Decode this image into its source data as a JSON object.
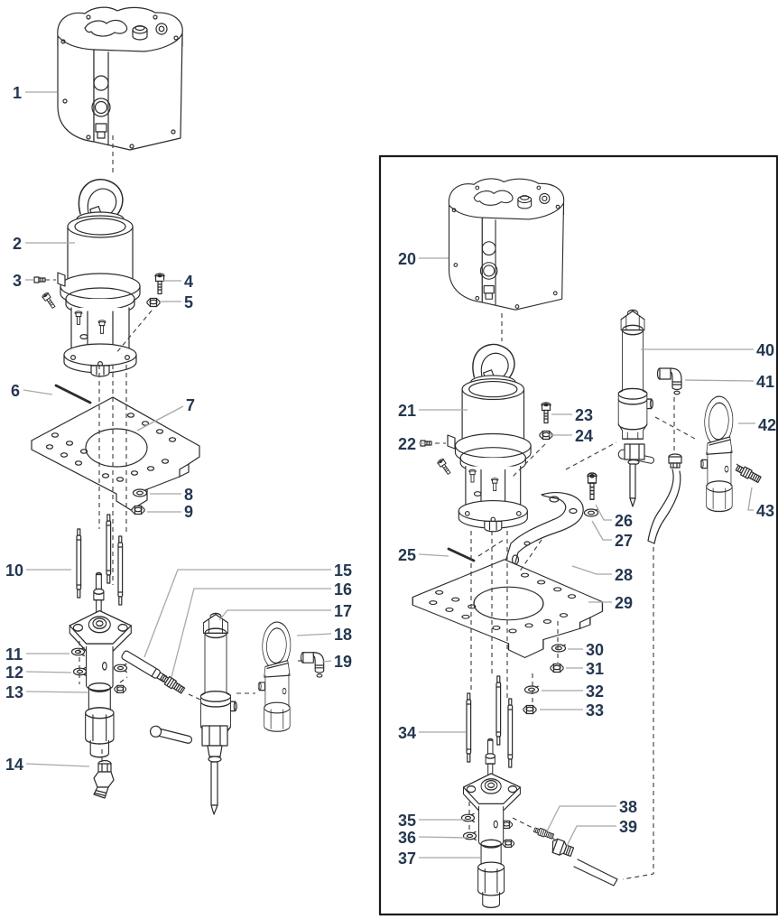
{
  "figure": {
    "type": "exploded-parts-diagram",
    "subject": "Two exploded pump assembly views with numbered callouts",
    "left_assembly": {
      "callouts": [
        "1",
        "2",
        "3",
        "4",
        "5",
        "6",
        "7",
        "8",
        "9",
        "10",
        "11",
        "12",
        "13",
        "14",
        "15",
        "16",
        "17",
        "18",
        "19"
      ]
    },
    "right_assembly": {
      "boxed": true,
      "callouts": [
        "20",
        "21",
        "22",
        "23",
        "24",
        "25",
        "26",
        "27",
        "28",
        "29",
        "30",
        "31",
        "32",
        "33",
        "34",
        "35",
        "36",
        "37",
        "38",
        "39",
        "40",
        "41",
        "42",
        "43"
      ]
    }
  },
  "style": {
    "line_color": "#2b2b2b",
    "callout_color": "#253750",
    "leader_color": "#a8a8a8",
    "dash_color": "#3a3a3a",
    "frame_color": "#1a1a1a",
    "background": "#ffffff"
  }
}
